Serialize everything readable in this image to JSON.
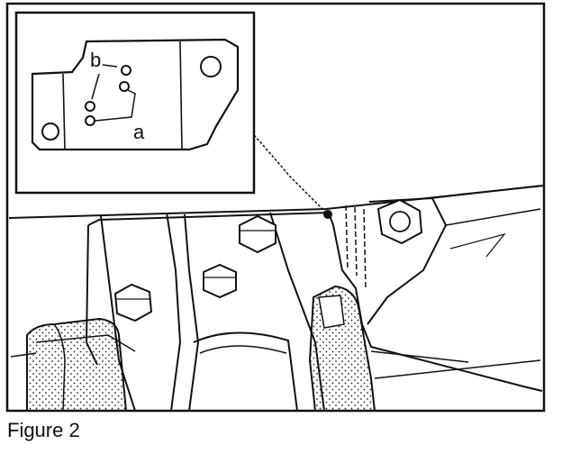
{
  "figure": {
    "caption": "Figure 2",
    "callouts": {
      "a": "a",
      "b": "b"
    }
  },
  "colors": {
    "ink": "#1a1a1a",
    "background": "#ffffff"
  },
  "icons": {
    "pedal": "pedal-bracket-illustration",
    "sensor": "switch-plate-inset"
  }
}
